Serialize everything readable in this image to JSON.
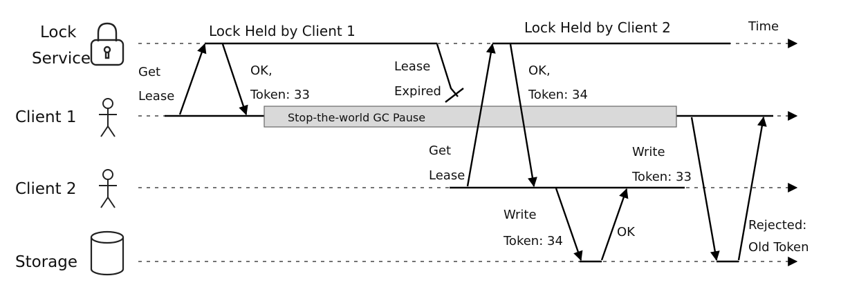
{
  "participants": {
    "lock_service": {
      "line1": "Lock",
      "line2": "Service"
    },
    "client1": "Client 1",
    "client2": "Client 2",
    "storage": "Storage"
  },
  "time_label": "Time",
  "held_by_client1": "Lock Held by Client 1",
  "held_by_client2": "Lock Held by Client 2",
  "gc_pause": "Stop-the-world GC Pause",
  "messages": {
    "c1_get": {
      "line1": "Get",
      "line2": "Lease"
    },
    "ok33": {
      "line1": "OK,",
      "line2": "Token: 33"
    },
    "lease_expired": {
      "line1": "Lease",
      "line2": "Expired"
    },
    "c2_get": {
      "line1": "Get",
      "line2": "Lease"
    },
    "ok34": {
      "line1": "OK,",
      "line2": "Token: 34"
    },
    "write34": {
      "line1": "Write",
      "line2": "Token: 34"
    },
    "ok": "OK",
    "write33": {
      "line1": "Write",
      "line2": "Token: 33"
    },
    "rejected": {
      "line1": "Rejected:",
      "line2": "Old Token"
    }
  },
  "icons": {
    "lock_service": "padlock-icon",
    "client1": "person-icon",
    "client2": "person-icon",
    "storage": "database-cylinder-icon"
  }
}
